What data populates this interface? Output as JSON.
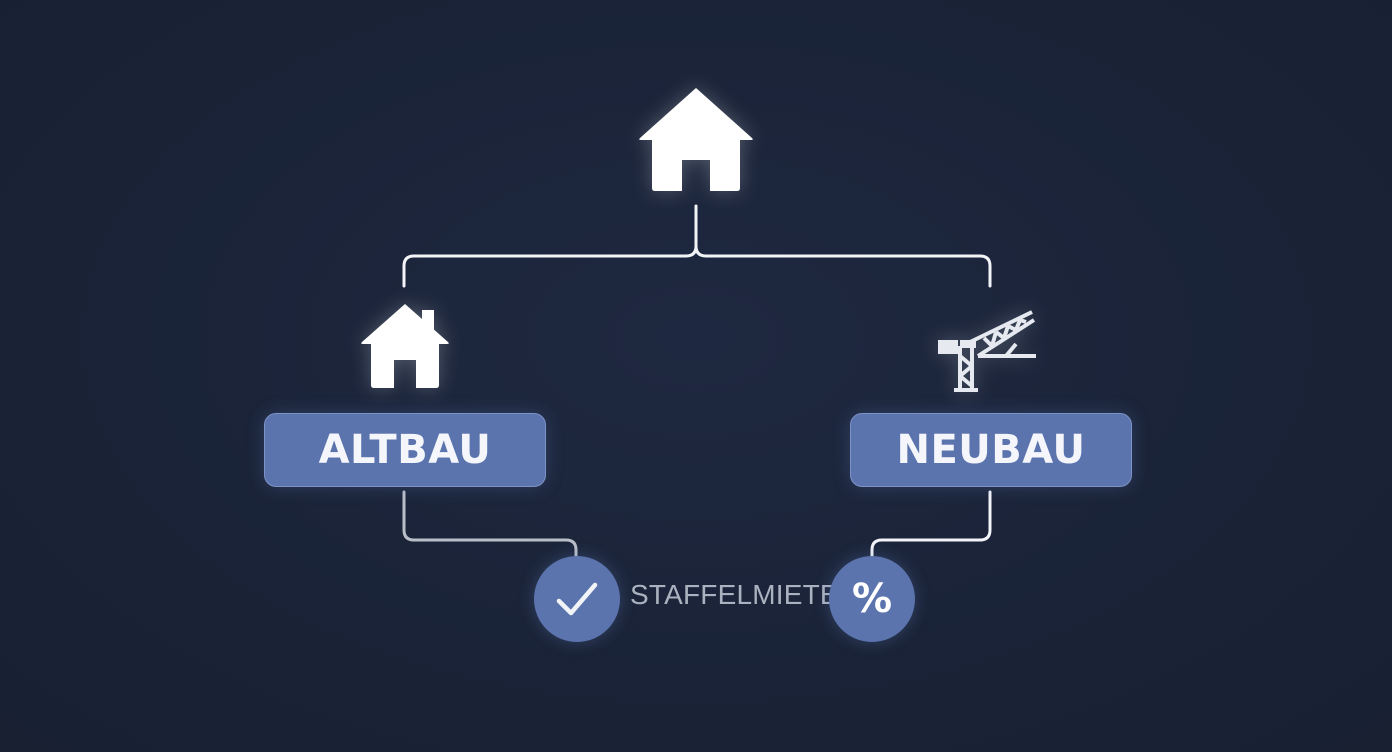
{
  "diagram": {
    "left_label": "ALTBAU",
    "right_label": "NEUBAU",
    "middle_label": "STAFFELMIETE",
    "right_badge": "%",
    "icons": {
      "top": "house-icon",
      "left": "house-with-chimney-icon",
      "right": "construction-crane-icon",
      "left_badge": "checkmark-icon"
    },
    "colors": {
      "background": "#1b2438",
      "box": "#5b74ad",
      "line_top": "#ffffff",
      "line_left": "#b9bec8",
      "text_muted": "#aab1bf"
    }
  }
}
